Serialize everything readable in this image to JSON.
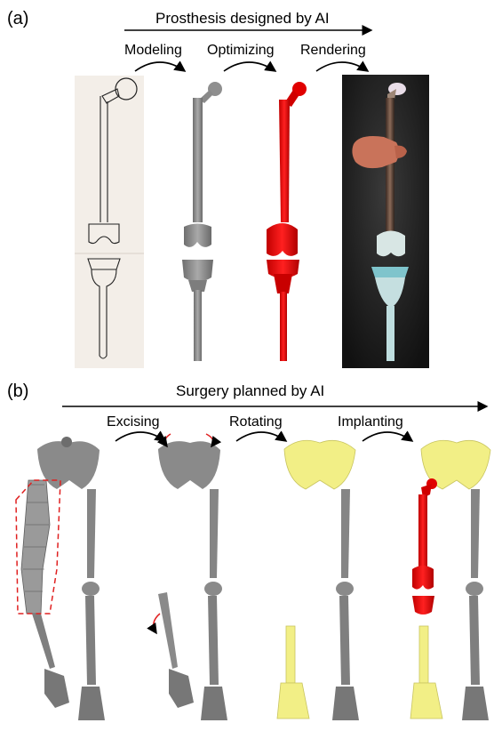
{
  "panel_a": {
    "label": "(a)",
    "title": "Prosthesis designed by AI",
    "steps": [
      "Modeling",
      "Optimizing",
      "Rendering"
    ]
  },
  "panel_b": {
    "label": "(b)",
    "title": "Surgery planned by AI",
    "steps": [
      "Excising",
      "Rotating",
      "Implanting"
    ]
  },
  "colors": {
    "prosthesis_red": "#e00000",
    "model_gray": "#8a8a8a",
    "bone_gray": "#7c7c7c",
    "pelvis_yellow": "#f2ef86",
    "sketch_paper": "#f3eee8",
    "render_bg": "#1c1c1c",
    "outline_dash": "#e02020"
  }
}
